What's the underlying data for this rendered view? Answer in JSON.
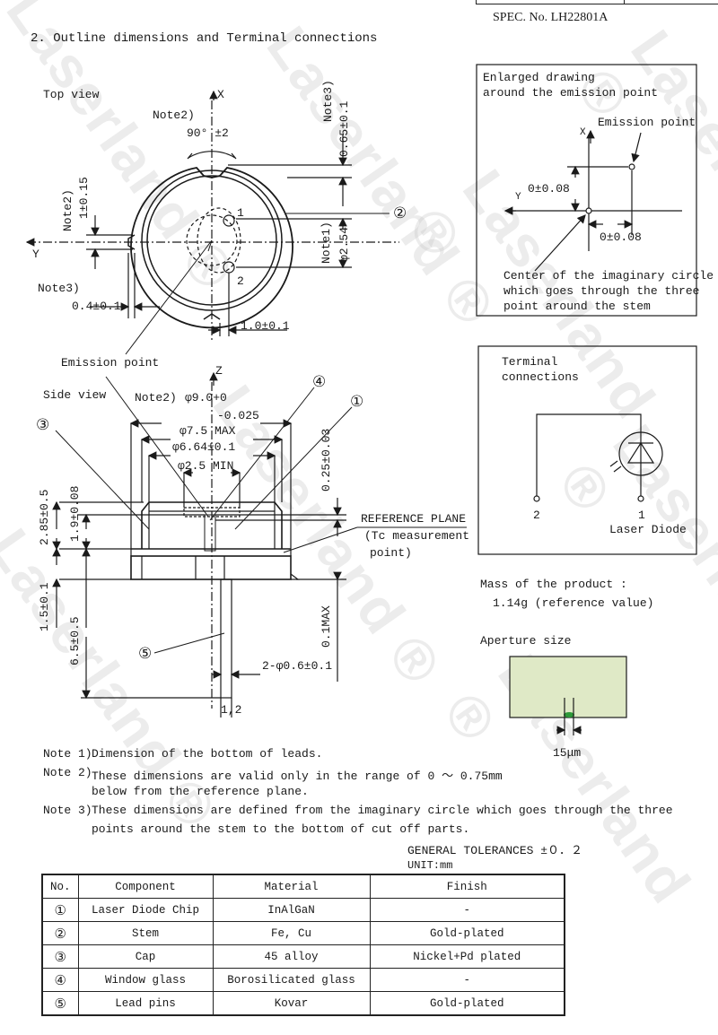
{
  "header": {
    "spec_no": "SPEC. No. LH22801A"
  },
  "section_title": "2. Outline dimensions and Terminal connections",
  "top_view": {
    "title": "Top view",
    "axis_x": "X",
    "axis_y": "Y",
    "note2_angle": "Note2)",
    "angle": "90° ±2",
    "note3_top": "Note3)",
    "dim_065": "0.65±0.1",
    "note2_left": "Note2)",
    "dim_1": "1±0.15",
    "note1": "Note1)",
    "dim_254": "φ2.54",
    "note3_left": "Note3)",
    "dim_04": "0.4±0.1",
    "dim_10": "1.0±0.1",
    "pin1": "1",
    "pin2": "2",
    "callout2": "②"
  },
  "side_view": {
    "title": "Side view",
    "emission_point": "Emission point",
    "axis_z": "Z",
    "note2": "Note2)",
    "dim_90": "φ9.0+0",
    "dim_90_tol": "-0.025",
    "dim_75": "φ7.5 MAX",
    "dim_664": "φ6.64±0.1",
    "dim_25": "φ2.5 MIN",
    "dim_025": "0.25±0.03",
    "dim_285": "2.85±0.5",
    "dim_19": "1.9±0.08",
    "dim_15": "1.5±0.1",
    "dim_65": "6.5±0.5",
    "dim_01": "0.1MAX",
    "dim_06": "2-φ0.6±0.1",
    "ref_plane_1": "REFERENCE PLANE",
    "ref_plane_2": "(Tc measurement",
    "ref_plane_3": "point)",
    "leads": "1,2",
    "callout1": "①",
    "callout3": "③",
    "callout4": "④",
    "callout5": "⑤"
  },
  "enlarged": {
    "title1": "Enlarged drawing",
    "title2": "around the emission point",
    "emission_point": "Emission point",
    "axis_x": "X",
    "axis_y": "Y",
    "dim_v": "0±0.08",
    "dim_h": "0±0.08",
    "center1": "Center of the imaginary circle",
    "center2": "which goes through the three",
    "center3": "point around the stem"
  },
  "terminal": {
    "title1": "Terminal",
    "title2": "connections",
    "pin2": "2",
    "pin1": "1",
    "label": "Laser Diode"
  },
  "mass": {
    "label": "Mass of the product :",
    "value": "1.14g (reference value)"
  },
  "aperture": {
    "label": "Aperture size",
    "dim": "15μm",
    "colors": {
      "fill": "#dfe9c6",
      "dot": "#2e9a3a"
    }
  },
  "notes": [
    {
      "num": "Note 1)",
      "text": "Dimension of the bottom of leads."
    },
    {
      "num": "Note 2)",
      "text": "These dimensions are valid only in the range of 0 ～ 0.75mm"
    },
    {
      "num": "",
      "text": "below from the reference plane."
    },
    {
      "num": "Note 3)",
      "text": "These dimensions are defined from the imaginary circle which goes through the three"
    },
    {
      "num": "",
      "text": "points around the stem to the bottom of cut off parts."
    }
  ],
  "tolerances": {
    "general": "GENERAL TOLERANCES ±０．２",
    "unit": "UNIT:mm"
  },
  "table": {
    "headers": [
      "No.",
      "Component",
      "Material",
      "Finish"
    ],
    "rows": [
      [
        "①",
        "Laser Diode Chip",
        "InAlGaN",
        "-"
      ],
      [
        "②",
        "Stem",
        "Fe, Cu",
        "Gold-plated"
      ],
      [
        "③",
        "Cap",
        "45 alloy",
        "Nickel+Pd plated"
      ],
      [
        "④",
        "Window glass",
        "Borosilicated glass",
        "-"
      ],
      [
        "⑤",
        "Lead pins",
        "Kovar",
        "Gold-plated"
      ]
    ]
  },
  "watermark": "Laserland ®"
}
